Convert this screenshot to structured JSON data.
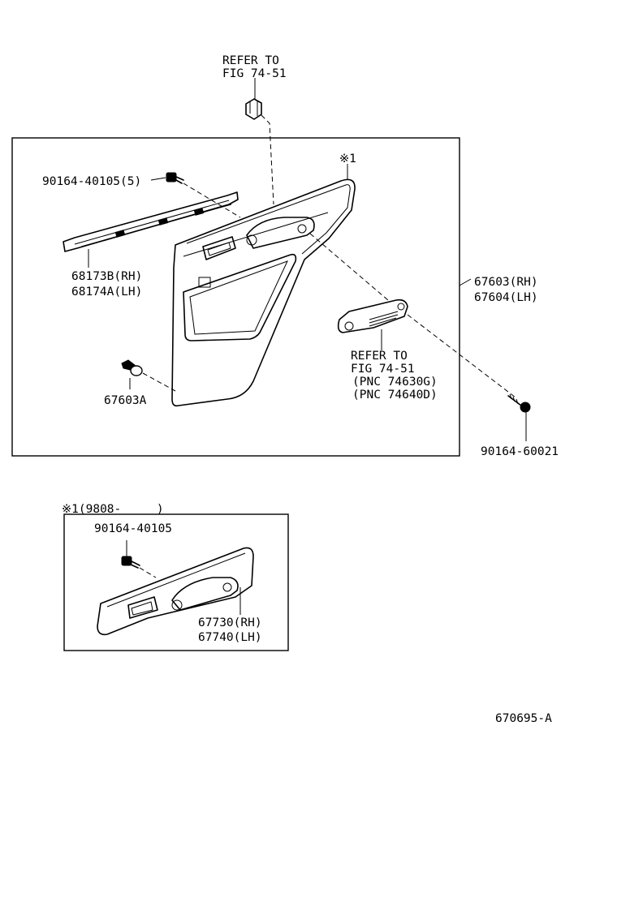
{
  "labels": {
    "refer_top_line1": "REFER TO",
    "refer_top_line2": "FIG 74-51",
    "clip_bolt": "90164-40105(5)",
    "mark_1": "※1",
    "moulding_rh": "68173B(RH)",
    "moulding_lh": "68174A(LH)",
    "board_rh": "67603(RH)",
    "board_lh": "67604(LH)",
    "grip_refer_line1": "REFER TO",
    "grip_refer_line2": "FIG 74-51",
    "grip_pnc1": "(PNC 74630G)",
    "grip_pnc2": "(PNC 74640D)",
    "clip_67603a": "67603A",
    "screw": "90164-60021",
    "inset_title": "※1(9808-     )",
    "inset_bolt": "90164-40105",
    "armrest_rh": "67730(RH)",
    "armrest_lh": "67740(LH)",
    "figure_id": "670695-A"
  }
}
